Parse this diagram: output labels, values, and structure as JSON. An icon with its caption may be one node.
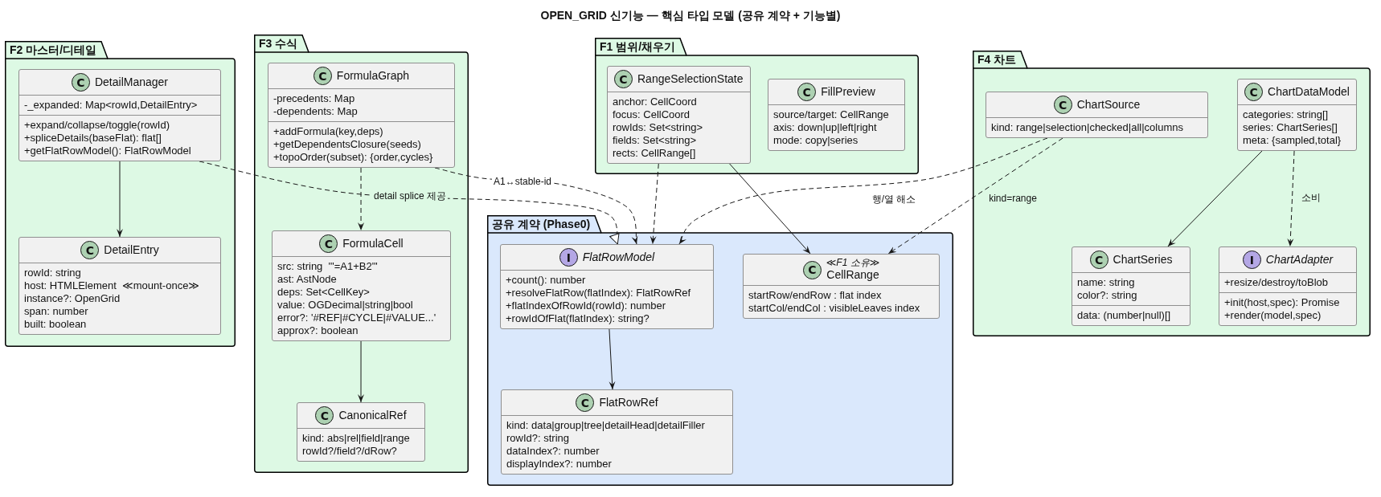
{
  "diagram": {
    "title": "OPEN_GRID 신기능 — 핵심 타입 모델 (공유 계약 + 기능별)",
    "nodes": [
      {
        "text": [
          "F2 마스터/디테일"
        ]
      },
      {
        "text": [
          "C",
          "DetailManager",
          "-_expanded: Map<rowId,DetailEntry>",
          "+expand/collapse/toggle(rowId)",
          "+spliceDetails(baseFlat): flat[]",
          "+getFlatRowModel(): FlatRowModel"
        ],
        "in": 0
      },
      {
        "text": [
          "C",
          "DetailEntry",
          "rowId: string",
          "host: HTMLElement  ≪mount-once≫",
          "instance?: OpenGrid",
          "span: number",
          "built: boolean"
        ],
        "in": 0
      },
      {
        "text": [
          "F3 수식"
        ]
      },
      {
        "text": [
          "C",
          "FormulaGraph",
          "-precedents: Map",
          "-dependents: Map",
          "+addFormula(key,deps)",
          "+getDependentsClosure(seeds)",
          "+topoOrder(subset): {order,cycles}"
        ],
        "in": 3
      },
      {
        "text": [
          "C",
          "FormulaCell",
          "src: string  '\"=A1+B2\"'",
          "ast: AstNode",
          "deps: Set<CellKey>",
          "value: OGDecimal|string|bool",
          "error?: '#REF|#CYCLE|#VALUE...'",
          "approx?: boolean"
        ],
        "in": 3
      },
      {
        "text": [
          "C",
          "CanonicalRef",
          "kind: abs|rel|field|range",
          "rowId?/field?/dRow?"
        ],
        "in": 3
      },
      {
        "text": [
          "F1 범위/채우기"
        ]
      },
      {
        "text": [
          "C",
          "RangeSelectionState",
          "anchor: CellCoord",
          "focus: CellCoord",
          "rowIds: Set<string>",
          "fields: Set<string>",
          "rects: CellRange[]"
        ],
        "in": 7
      },
      {
        "text": [
          "C",
          "FillPreview",
          "source/target: CellRange",
          "axis: down|up|left|right",
          "mode: copy|series"
        ],
        "in": 7
      },
      {
        "text": [
          "공유 계약 (Phase0)"
        ]
      },
      {
        "text": [
          "I",
          "FlatRowModel",
          "+count(): number",
          "+resolveFlatRow(flatIndex): FlatRowRef",
          "+flatIndexOfRowId(rowId): number",
          "+rowIdOfFlat(flatIndex): string?"
        ],
        "in": 10
      },
      {
        "text": [
          "C",
          "≪F1 소유≫",
          "CellRange",
          "startRow/endRow : flat index",
          "startCol/endCol : visibleLeaves index"
        ],
        "in": 10
      },
      {
        "text": [
          "C",
          "FlatRowRef",
          "kind: data|group|tree|detailHead|detailFiller",
          "rowId?: string",
          "dataIndex?: number",
          "displayIndex?: number"
        ],
        "in": 10
      },
      {
        "text": [
          "F4 차트"
        ]
      },
      {
        "text": [
          "C",
          "ChartSource",
          "kind: range|selection|checked|all|columns"
        ],
        "in": 14
      },
      {
        "text": [
          "C",
          "ChartDataModel",
          "categories: string[]",
          "series: ChartSeries[]",
          "meta: {sampled,total}"
        ],
        "in": 14
      },
      {
        "text": [
          "C",
          "ChartSeries",
          "name: string",
          "color?: string",
          "data: (number|null)[]"
        ],
        "in": 14
      },
      {
        "text": [
          "I",
          "ChartAdapter",
          "+resize/destroy/toBlob",
          "+init(host,spec): Promise",
          "+render(model,spec)"
        ],
        "in": 14
      }
    ],
    "edges": [
      {
        "from": 1,
        "to": 2,
        "arrow": "to"
      },
      {
        "from": 1,
        "to": 11,
        "arrow": "to",
        "label": "detail splice 제공",
        "style": "dashed"
      },
      {
        "from": 4,
        "to": 5,
        "arrow": "to",
        "style": "dashed"
      },
      {
        "from": 4,
        "to": 11,
        "arrow": "to",
        "label": "A1↔stable-id",
        "style": "dashed"
      },
      {
        "from": 5,
        "to": 6,
        "arrow": "to"
      },
      {
        "from": 8,
        "to": 11,
        "arrow": "to",
        "style": "dashed"
      },
      {
        "from": 8,
        "to": 12,
        "arrow": "to"
      },
      {
        "from": 15,
        "to": 11,
        "arrow": "to",
        "label": "행/열 해소",
        "style": "dashed"
      },
      {
        "from": 15,
        "to": 12,
        "arrow": "to",
        "label": "kind=range",
        "style": "dashed"
      },
      {
        "from": 16,
        "to": 17,
        "arrow": "to"
      },
      {
        "from": 16,
        "to": 18,
        "arrow": "to",
        "label": "소비",
        "style": "dashed"
      },
      {
        "from": 11,
        "to": 13,
        "arrow": "to"
      }
    ]
  }
}
